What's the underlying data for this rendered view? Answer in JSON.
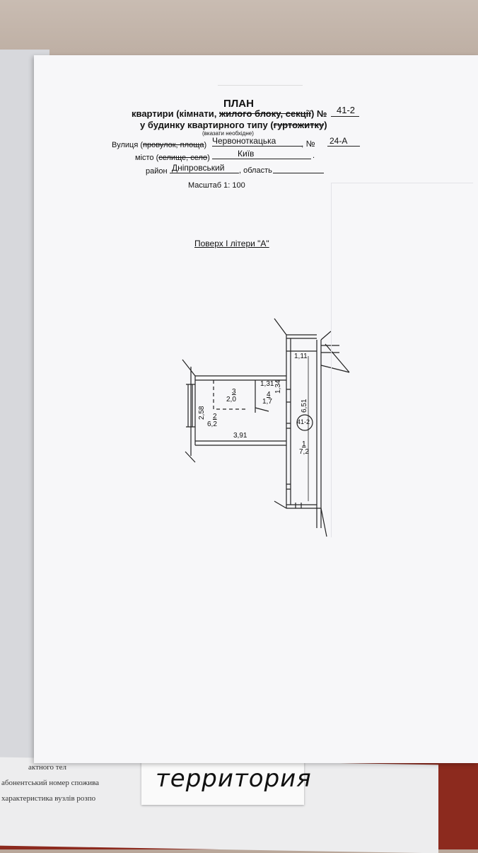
{
  "doc": {
    "title": "ПЛАН",
    "line1": {
      "a": "квартири (кімнати, ",
      "b": "жилого блоку, секції",
      "c": ") №",
      "no": "41-2"
    },
    "line2": {
      "a": "у будинку квартирного типу (",
      "b": "гуртожитку",
      "c": ")"
    },
    "hint": "(вказати необхідне)",
    "street": {
      "a": "Вулиця (",
      "b": "провулок, площа",
      "c": ")",
      "val": "Червоноткацька",
      "no_label": ", №",
      "no_val": "24-А"
    },
    "city": {
      "a": "місто (",
      "b": "селище, село",
      "c": ")",
      "val": "Київ",
      "end": "."
    },
    "district": {
      "label": "район",
      "val": "Дніпровський",
      "oblast": ", область"
    },
    "scale": "Масштаб 1: 100",
    "floor": "Поверх  І літери \"А\""
  },
  "plan": {
    "d_111": "1,11",
    "d_131": "1,31",
    "d_134": "1,34",
    "d_258": "2,58",
    "d_391": "3,91",
    "d_651": "6,51",
    "room3": {
      "no": "3",
      "area": "2,0"
    },
    "room4": {
      "no": "4",
      "area": "1,7"
    },
    "room2": {
      "no": "2",
      "area": "6,2"
    },
    "room1": {
      "no": "1",
      "area": "7,2"
    },
    "flat": "41-2"
  },
  "under": {
    "line1": "актного тел",
    "line2": "абонентський номер спожива",
    "line3": "характеристика вузлів розпо"
  },
  "note": {
    "text": "территория"
  }
}
